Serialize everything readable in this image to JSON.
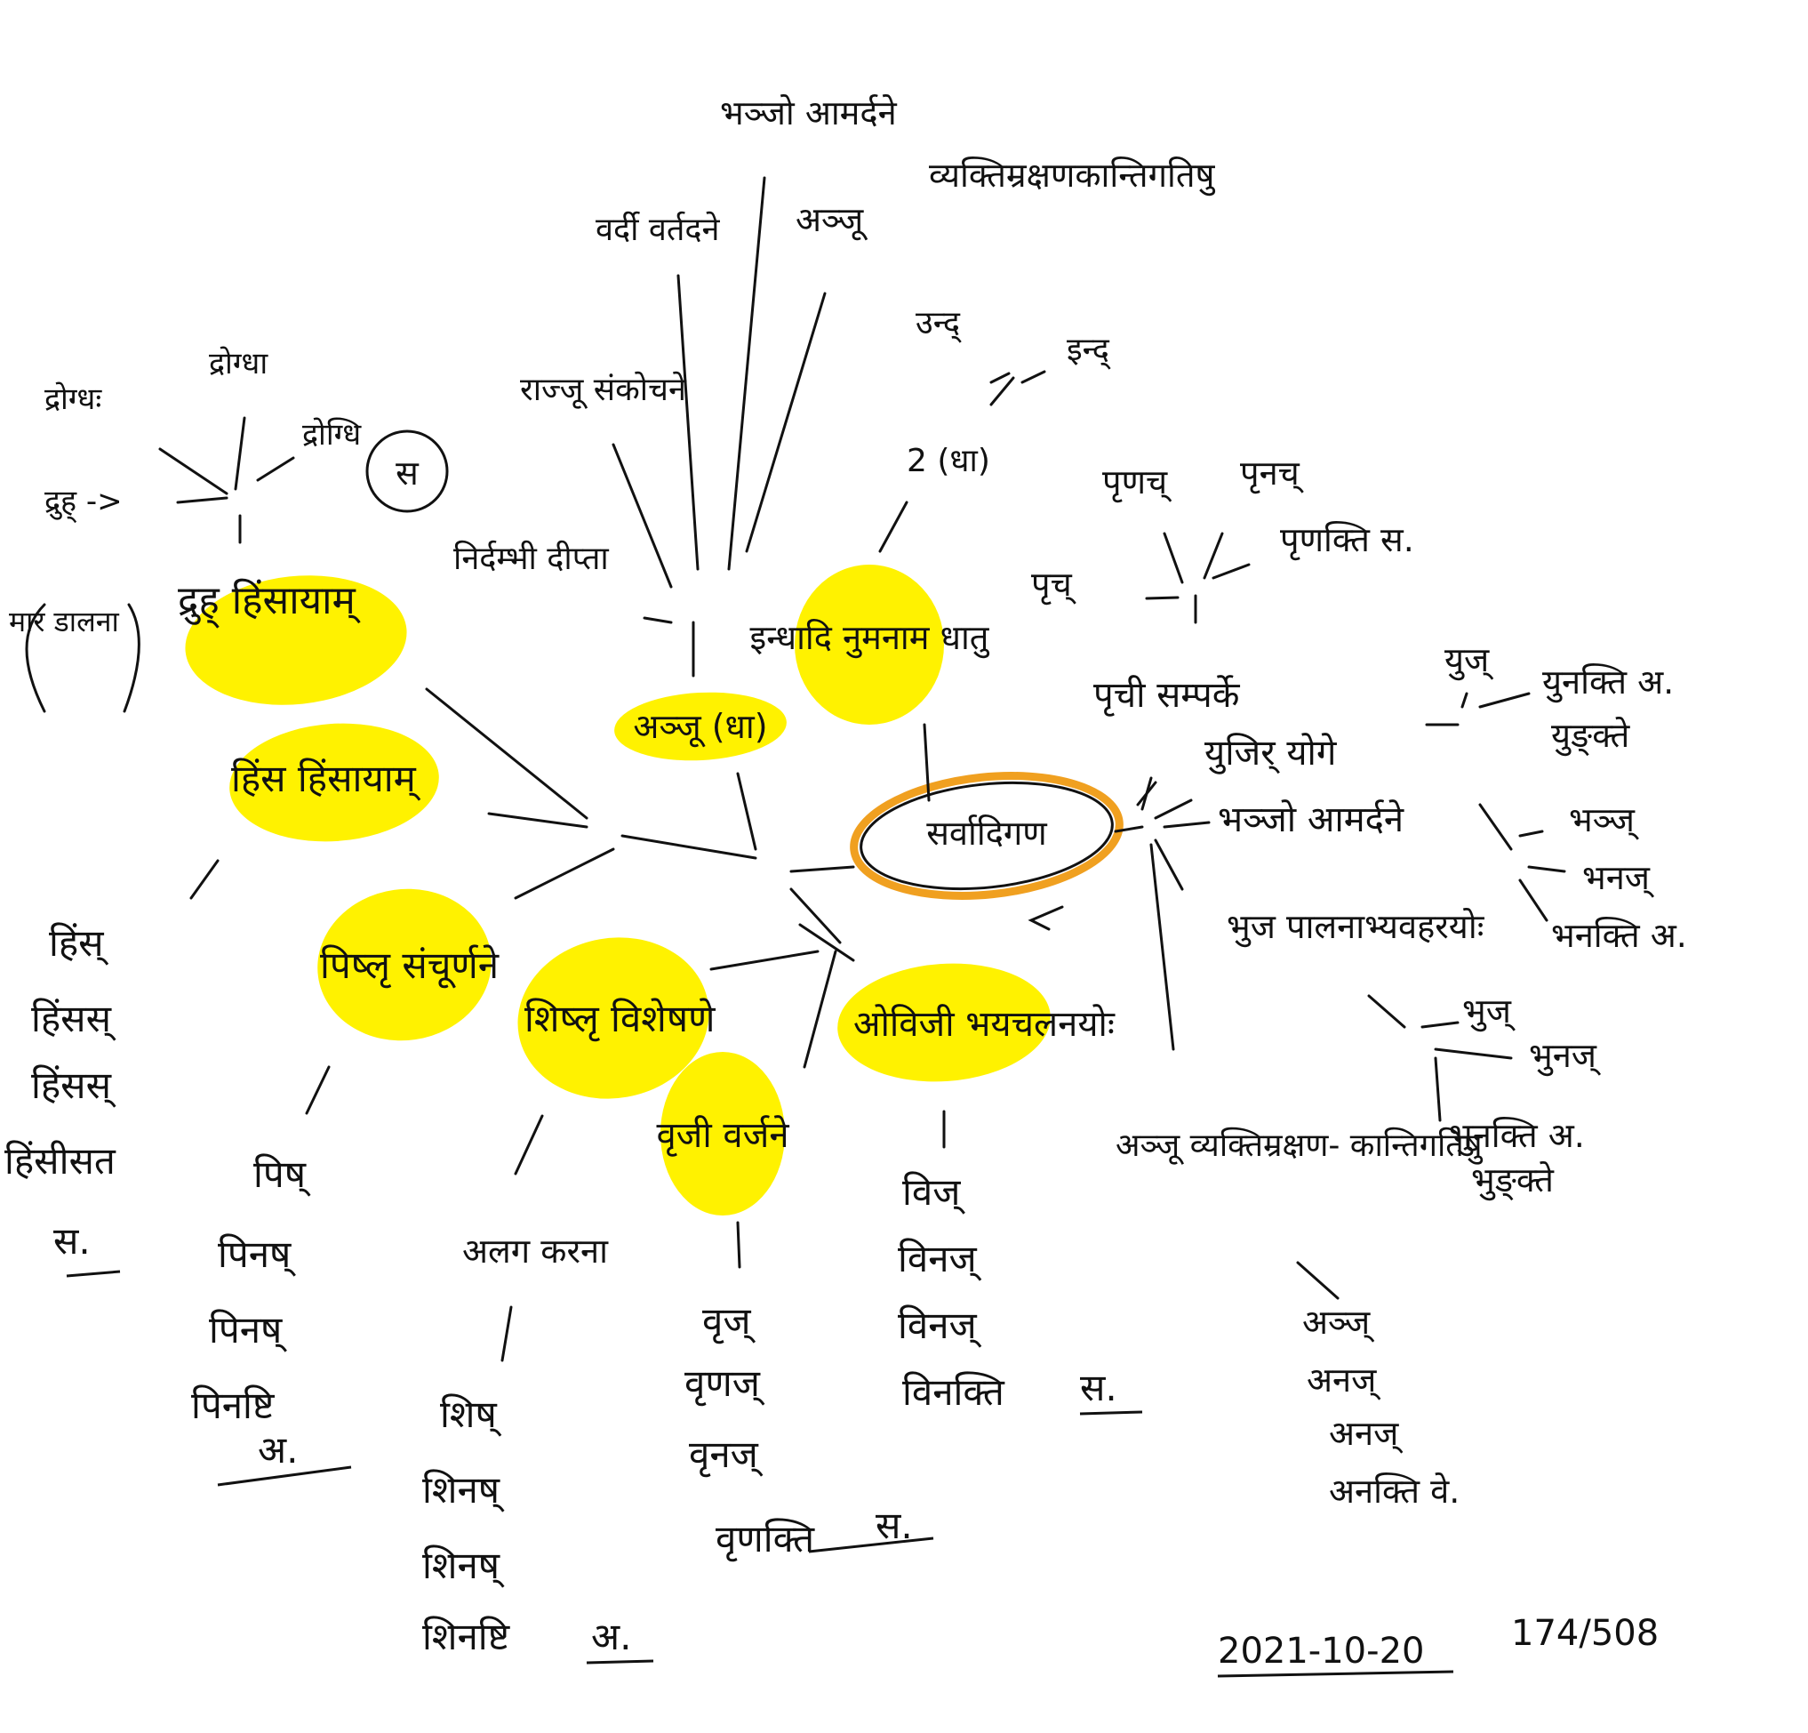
{
  "colors": {
    "ink": "#111111",
    "highlight": "#fff200",
    "center_ring": "#f0a020",
    "paper": "#ffffff"
  },
  "center": "सर्वादिगण",
  "top_left_cluster": {
    "hub": "द्रुह् हिंसायाम्",
    "circled": "स",
    "side_note": "मार डालना",
    "forms": {
      "drohah": "द्रोग्धः",
      "drugdha": "द्रोग्धा",
      "drohit": "द्रोग्धि",
      "drut": "द्रुह् ->"
    }
  },
  "left_cluster": {
    "hub": "हिंस हिंसायाम्",
    "forms": [
      "हिंस्",
      "हिंसस्",
      "हिंसस्",
      "हिंसीसत",
      "स."
    ]
  },
  "lower_left_cluster": {
    "hub": "पिष्लृ संचूर्णने",
    "forms": [
      "पिष्",
      "पिनष्",
      "पिनष्",
      "पिनष्टि",
      "अ."
    ]
  },
  "lower_mid_cluster": {
    "hub": "शिष्लृ विशेषणे",
    "note": "अलग करना",
    "forms": [
      "शिष्",
      "शिनष्",
      "शिनष्",
      "शिनष्टि",
      "अ."
    ]
  },
  "bottom_cluster": {
    "hub": "वृजी वर्जने",
    "forms": [
      "वृज्",
      "वृणज्",
      "वृनज्",
      "वृणक्ति",
      "स."
    ]
  },
  "lower_right_cluster": {
    "hub": "ओविजी भयचलनयोः",
    "forms": [
      "विज्",
      "विनज्",
      "विनज्",
      "विनक्ति",
      "स."
    ]
  },
  "top_cluster": {
    "hub": "अञ्जू (धा)",
    "left_note": "निर्दम्भी दीप्ता",
    "branches": {
      "sankochana": "राज्जू संकोचने",
      "vardi": "वर्दी वर्तदने",
      "bhanj": "भञ्जो आमर्दने",
      "anju": "अञ्जू",
      "vyakti": "व्यक्तिम्रक्षणकान्तिगतिषु"
    }
  },
  "upper_mid_cluster": {
    "hub": "इन्धादि नुमनाम धातु",
    "two_dha": "2 (धा)",
    "undh": "उन्द्",
    "indh": "इन्द्"
  },
  "right_cluster": {
    "prich_sampark": "पृची सम्पर्के",
    "prich_forms": [
      "पृच्",
      "पृणच्",
      "पृनच्",
      "पृणक्ति स."
    ],
    "yuj": "युजिर् योगे",
    "yuj_forms": [
      "युज्",
      "युनक्ति अ.",
      "युङ्क्ते"
    ],
    "bhanj": "भञ्जो आमर्दने",
    "bhanj_forms": [
      "भञ्ज्",
      "भनज्",
      "भनक्ति अ."
    ],
    "bhuj": "भुज पालनाभ्यवहरयोः",
    "bhuj_forms": [
      "भुज्",
      "भुनज्",
      "भुनक्ति अ.",
      "भुङ्क्ते"
    ],
    "anj_block": "अञ्जू व्यक्तिम्रक्षण- कान्तिगतिषु",
    "anj_forms": [
      "अञ्ज्",
      "अनज्",
      "अनज्",
      "अनक्ति वे."
    ]
  },
  "footer": {
    "date": "2021-10-20",
    "page": "174/508"
  }
}
